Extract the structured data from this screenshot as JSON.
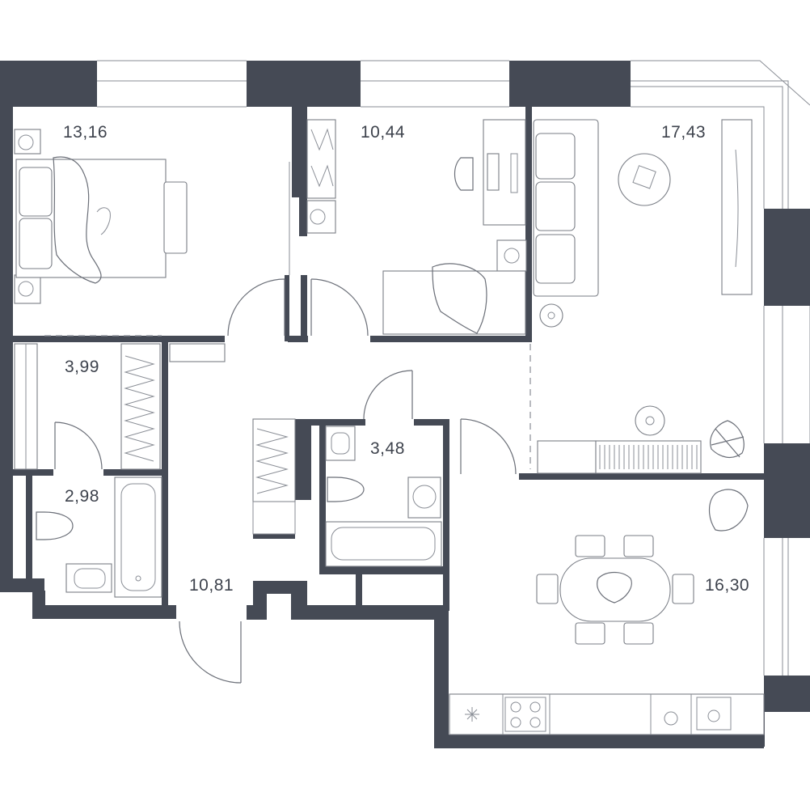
{
  "colors": {
    "wall": "#454a55",
    "line": "#6b6f78",
    "background": "#ffffff"
  },
  "rooms": [
    {
      "id": "bedroom-1",
      "area": "13,16"
    },
    {
      "id": "bedroom-2",
      "area": "10,44"
    },
    {
      "id": "living-room",
      "area": "17,43"
    },
    {
      "id": "wardrobe",
      "area": "3,99"
    },
    {
      "id": "bathroom-small",
      "area": "2,98"
    },
    {
      "id": "bathroom",
      "area": "3,48"
    },
    {
      "id": "hallway",
      "area": "10,81"
    },
    {
      "id": "kitchen-dining",
      "area": "16,30"
    }
  ]
}
